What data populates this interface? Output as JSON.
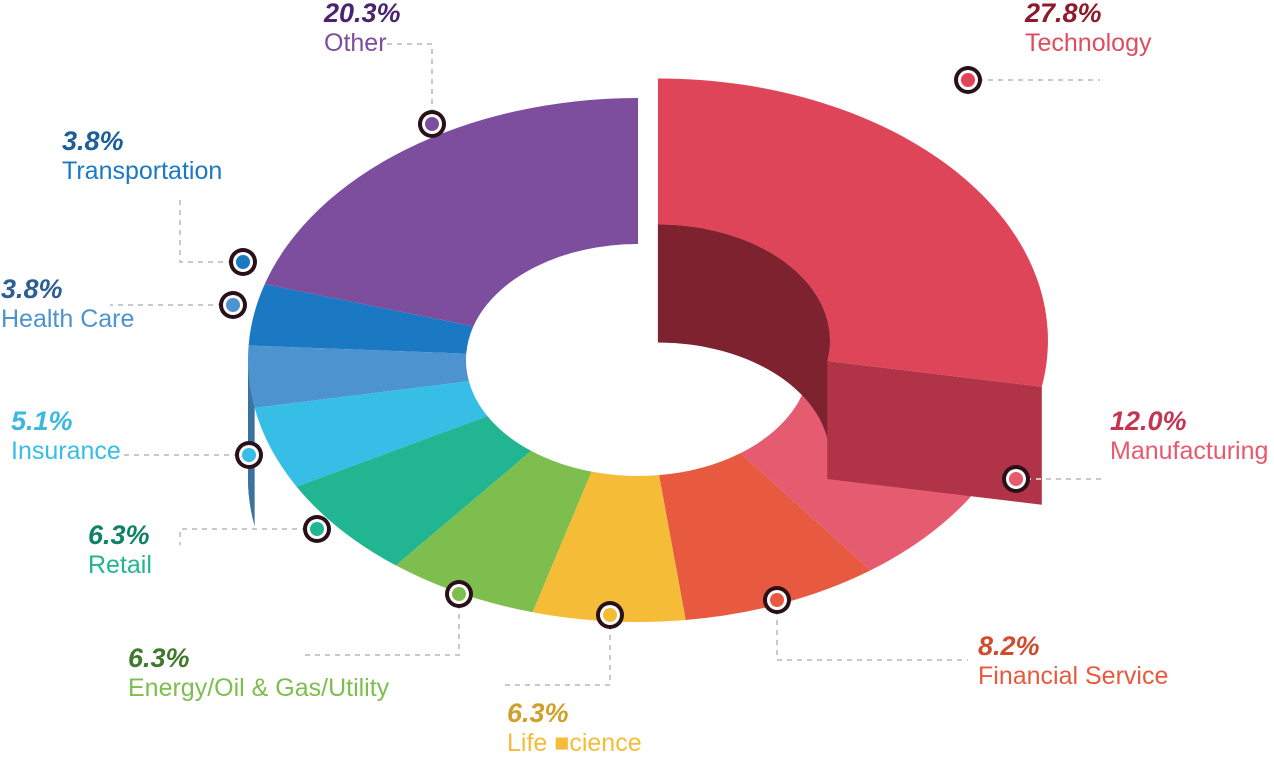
{
  "chart_data": {
    "type": "pie",
    "title": "",
    "subtype": "3d-exploded-donut",
    "legend": "callout-labels",
    "grid": false,
    "value_unit": "percent",
    "categories": [
      "Technology",
      "Manufacturing",
      "Financial Service",
      "Life Science",
      "Energy/Oil & Gas/Utility",
      "Retail",
      "Insurance",
      "Health Care",
      "Transportation",
      "Other"
    ],
    "values": [
      27.8,
      12.0,
      8.2,
      6.3,
      6.3,
      6.3,
      5.1,
      3.8,
      3.8,
      20.3
    ],
    "labels": [
      "27.8%",
      "12.0%",
      "8.2%",
      "6.3%",
      "6.3%",
      "6.3%",
      "5.1%",
      "3.8%",
      "3.8%",
      "20.3%"
    ],
    "colors": [
      "#DE4558",
      "#E2566B",
      "#E85A3F",
      "#F2B733",
      "#7CB councils",
      " #22B592",
      "#36BEE6",
      "#4D93D0",
      "#1B78C2",
      "#7D4E9E"
    ],
    "slices": [
      {
        "name": "Technology",
        "pct": "27.8%",
        "value": 27.8,
        "top": "#DE4559",
        "side": "#B03348",
        "inner": "#7E2230",
        "pct_color": "#8C1B2B",
        "name_color": "#DE4D5E",
        "exploded": true
      },
      {
        "name": "Manufacturing",
        "pct": "12.0%",
        "value": 12.0,
        "top": "#E55B70",
        "side": "#B4415A",
        "inner": "#8E2A3C",
        "pct_color": "#C43650",
        "name_color": "#E8596E",
        "exploded": false
      },
      {
        "name": "Financial Service",
        "pct": "8.2%",
        "value": 8.2,
        "top": "#E85A3F",
        "side": "#BC4530",
        "inner": "#A03A28",
        "pct_color": "#CF4C2F",
        "name_color": "#E85A3F",
        "exploded": false
      },
      {
        "name": "Life ■cience",
        "pct": "6.3%",
        "value": 6.3,
        "top": "#F5BC38",
        "side": "#C89A2E",
        "inner": "#B98C27",
        "pct_color": "#D0A02B",
        "name_color": "#F5BC38",
        "exploded": false
      },
      {
        "name": "Energy/Oil & Gas/Utility",
        "pct": "6.3%",
        "value": 6.3,
        "top": "#7DBE4E",
        "side": "#5E8F3A",
        "inner": "#55832F",
        "pct_color": "#3F7A2C",
        "name_color": "#7DBE4E",
        "exploded": false
      },
      {
        "name": "Retail",
        "pct": "6.3%",
        "value": 6.3,
        "top": "#22B592",
        "side": "#17846C",
        "inner": "#147A63",
        "pct_color": "#0E8268",
        "name_color": "#22B592",
        "exploded": false
      },
      {
        "name": "Insurance",
        "pct": "5.1%",
        "value": 5.1,
        "top": "#36BEE6",
        "side": "#2C8FAE",
        "inner": "#2885A3",
        "pct_color": "#3BB8DE",
        "name_color": "#36BEE6",
        "exploded": false
      },
      {
        "name": "Health Care",
        "pct": "3.8%",
        "value": 3.8,
        "top": "#4D93D0",
        "side": "#3B729F",
        "inner": "#356894",
        "pct_color": "#2C5E96",
        "name_color": "#4D93D0",
        "exploded": false
      },
      {
        "name": "Transportation",
        "pct": "3.8%",
        "value": 3.8,
        "top": "#1B78C2",
        "side": "#155B93",
        "inner": "#135288",
        "pct_color": "#1C5E9B",
        "name_color": "#1B78C2",
        "exploded": false
      },
      {
        "name": "Other",
        "pct": "20.3%",
        "value": 20.3,
        "top": "#7D4E9E",
        "side": "#4E3369",
        "inner": "#4A3268",
        "pct_color": "#4B2470",
        "name_color": "#7D4E9E",
        "exploded": false
      }
    ],
    "leader_line_color": "#C9C9C9",
    "marker_ring_color": "#2A1018",
    "background": "#FFFFFF"
  },
  "labels": {
    "technology": {
      "pct": "27.8%",
      "name": "Technology"
    },
    "manufacturing": {
      "pct": "12.0%",
      "name": "Manufacturing"
    },
    "financial": {
      "pct": "8.2%",
      "name": "Financial Service"
    },
    "lifescience": {
      "pct": "6.3%",
      "name": "Life ■cience"
    },
    "energy": {
      "pct": "6.3%",
      "name": "Energy/Oil & Gas/Utility"
    },
    "retail": {
      "pct": "6.3%",
      "name": "Retail"
    },
    "insurance": {
      "pct": "5.1%",
      "name": "Insurance"
    },
    "healthcare": {
      "pct": "3.8%",
      "name": "Health Care"
    },
    "transportation": {
      "pct": "3.8%",
      "name": "Transportation"
    },
    "other": {
      "pct": "20.3%",
      "name": "Other"
    }
  }
}
